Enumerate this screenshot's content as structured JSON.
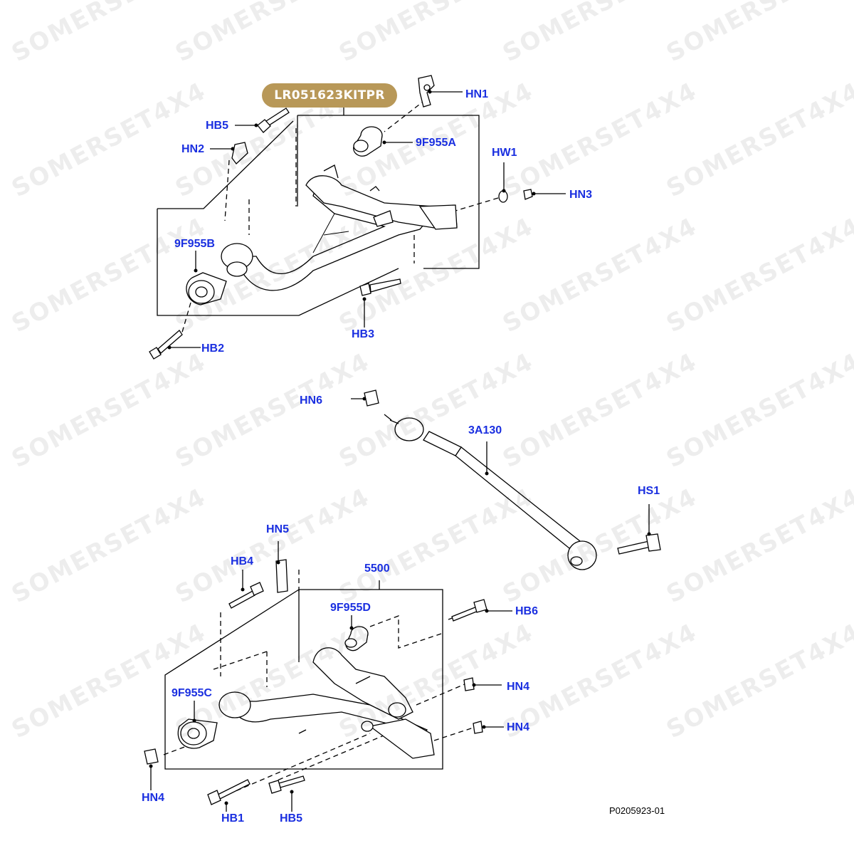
{
  "kit_badge": "LR051623KITPR",
  "labels": {
    "HN1": "HN1",
    "HB5_top": "HB5",
    "HN2": "HN2",
    "9F955A": "9F955A",
    "HW1": "HW1",
    "HN3": "HN3",
    "9F955B": "9F955B",
    "HB3": "HB3",
    "HB2": "HB2",
    "HN6": "HN6",
    "3A130": "3A130",
    "HS1": "HS1",
    "HN5": "HN5",
    "HB4": "HB4",
    "5500": "5500",
    "9F955D": "9F955D",
    "HB6": "HB6",
    "HN4_a": "HN4",
    "9F955C": "9F955C",
    "HN4_b": "HN4",
    "HN4_c": "HN4",
    "HB1": "HB1",
    "HB5_bottom": "HB5"
  },
  "reference_code": "P0205923-01",
  "watermark_text": "SOMERSET4X4",
  "colors": {
    "label": "#1a2fe0",
    "badge_bg": "#b89858",
    "badge_text": "#ffffff",
    "line": "#000000"
  }
}
